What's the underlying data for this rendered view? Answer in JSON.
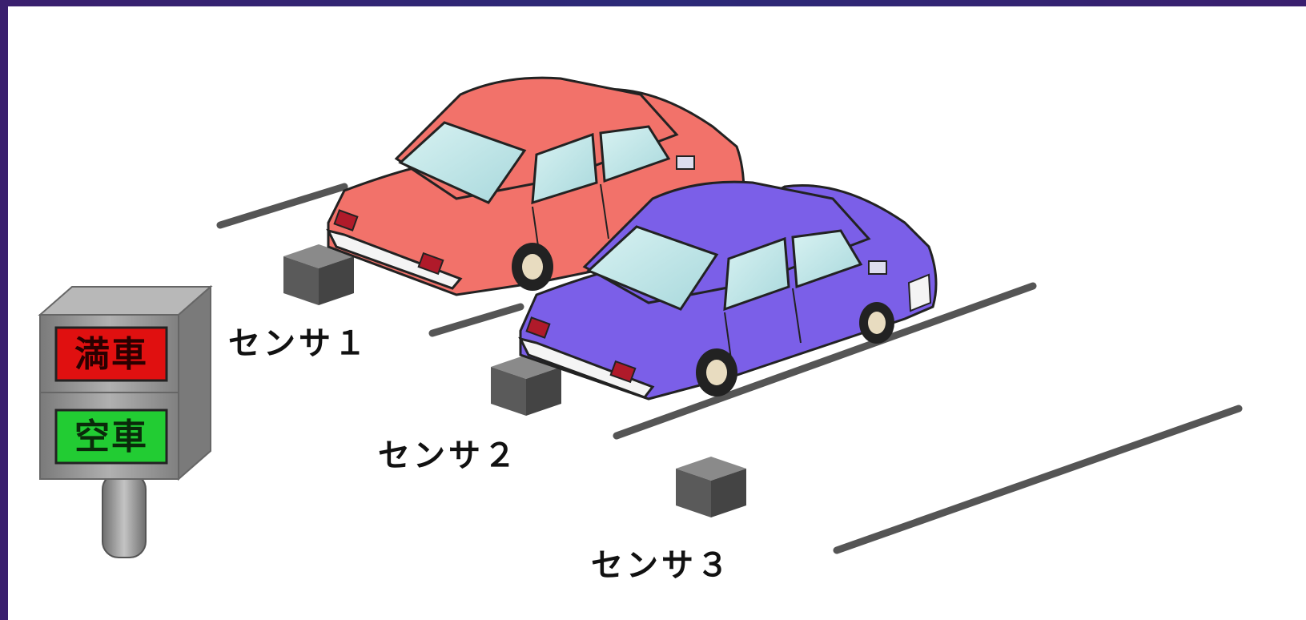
{
  "sign": {
    "full_label": "満車",
    "vacant_label": "空車",
    "full_color": "#e01010",
    "vacant_color": "#22cc33"
  },
  "sensors": [
    {
      "label": "センサ１"
    },
    {
      "label": "センサ２"
    },
    {
      "label": "センサ３"
    }
  ],
  "cars": [
    {
      "color": "#f2726a",
      "name": "red-car"
    },
    {
      "color": "#7b5fe8",
      "name": "blue-car"
    }
  ]
}
